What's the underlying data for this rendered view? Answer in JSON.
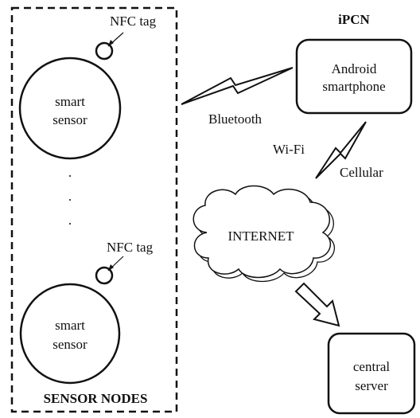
{
  "sensor_nodes": {
    "group_label": "SENSOR NODES",
    "nodes": [
      {
        "line1": "smart",
        "line2": "sensor",
        "tag_label": "NFC tag"
      },
      {
        "line1": "smart",
        "line2": "sensor",
        "tag_label": "NFC tag"
      }
    ],
    "ellipsis": ".\n.\n."
  },
  "ipcn": {
    "title": "iPCN",
    "device_line1": "Android",
    "device_line2": "smartphone"
  },
  "links": {
    "bluetooth": "Bluetooth",
    "wifi": "Wi-Fi",
    "cellular": "Cellular"
  },
  "cloud": {
    "label": "INTERNET"
  },
  "server": {
    "line1": "central",
    "line2": "server"
  }
}
